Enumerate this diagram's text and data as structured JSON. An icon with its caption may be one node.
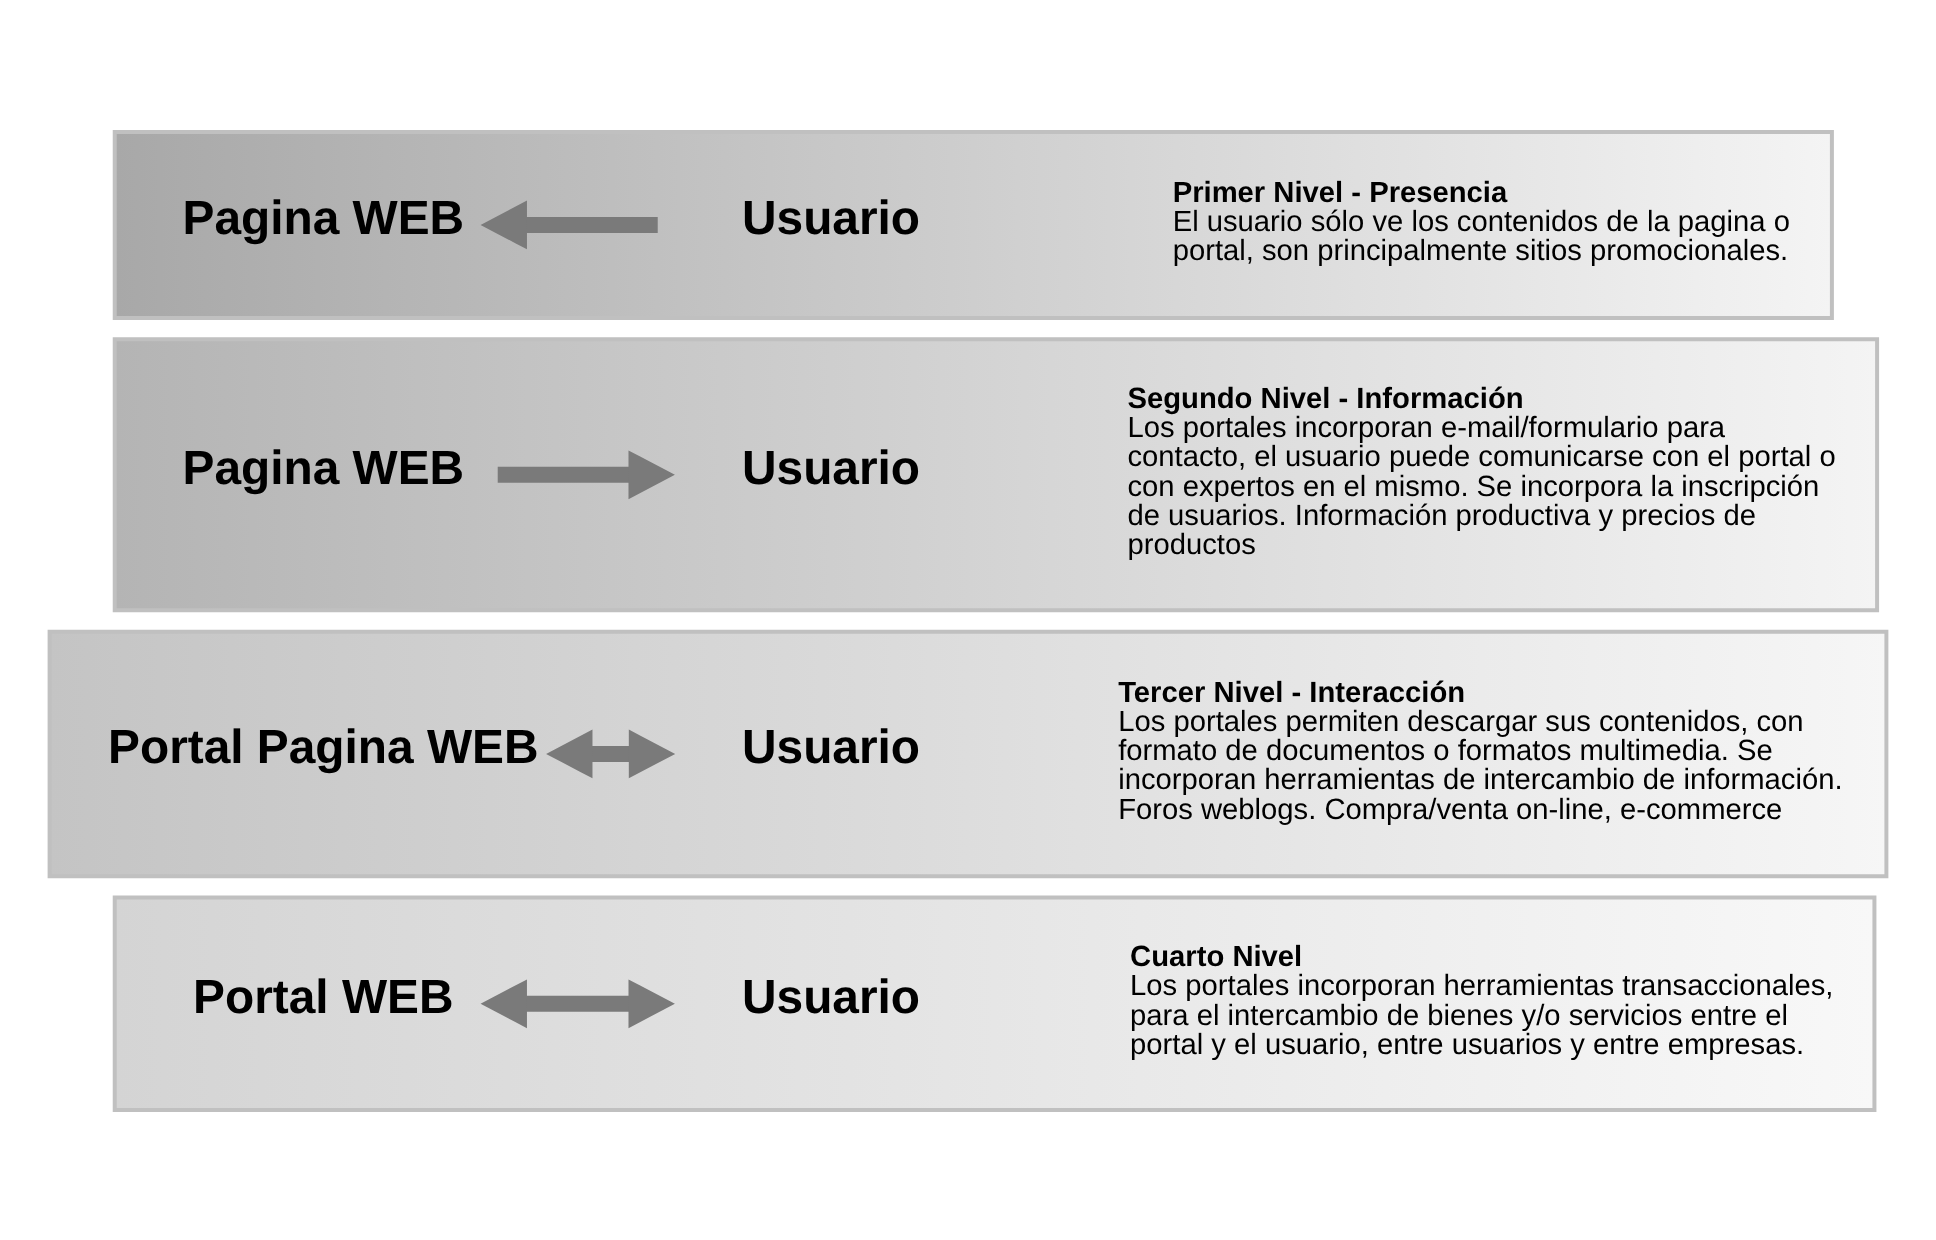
{
  "diagram": {
    "nodes": [
      {
        "text": [],
        "shape": "box"
      },
      {
        "text": [
          "Pagina WEB"
        ],
        "in": 0
      },
      {
        "text": [
          "Usuario"
        ],
        "in": 0
      },
      {
        "text": [
          "Primer Nivel - Presencia",
          "El usuario sólo ve los contenidos de la pagina o portal, son principalmente sitios promocionales."
        ],
        "in": 0
      },
      {
        "text": [],
        "shape": "box"
      },
      {
        "text": [
          "Pagina WEB"
        ],
        "in": 4
      },
      {
        "text": [
          "Usuario"
        ],
        "in": 4
      },
      {
        "text": [
          "Segundo Nivel - Información",
          "Los portales incorporan e-mail/formulario para contacto, el usuario puede comunicarse con el portal o con expertos en el mismo. Se incorpora la inscripción de usuarios. Información productiva y precios de productos"
        ],
        "in": 4
      },
      {
        "text": [],
        "shape": "box"
      },
      {
        "text": [
          "Portal Pagina WEB"
        ],
        "in": 8
      },
      {
        "text": [
          "Usuario"
        ],
        "in": 8
      },
      {
        "text": [
          "Tercer Nivel - Interacción",
          "Los portales permiten descargar sus contenidos, con formato de documentos o formatos multimedia. Se incorporan herramientas de intercambio de información. Foros weblogs. Compra/venta on-line, e-commerce"
        ],
        "in": 8
      },
      {
        "text": [],
        "shape": "box"
      },
      {
        "text": [
          "Portal WEB"
        ],
        "in": 12
      },
      {
        "text": [
          "Usuario"
        ],
        "in": 12
      },
      {
        "text": [
          "Cuarto Nivel",
          "Los portales incorporan herramientas transaccionales, para el intercambio de bienes y/o servicios entre el portal y el usuario, entre usuarios y entre empresas."
        ],
        "in": 12
      }
    ],
    "edges": [
      {
        "from": 2,
        "to": 1,
        "arrow": "to"
      },
      {
        "from": 5,
        "to": 6,
        "arrow": "to"
      },
      {
        "from": 9,
        "to": 10,
        "arrow": "both"
      },
      {
        "from": 13,
        "to": 14,
        "arrow": "both"
      }
    ]
  }
}
